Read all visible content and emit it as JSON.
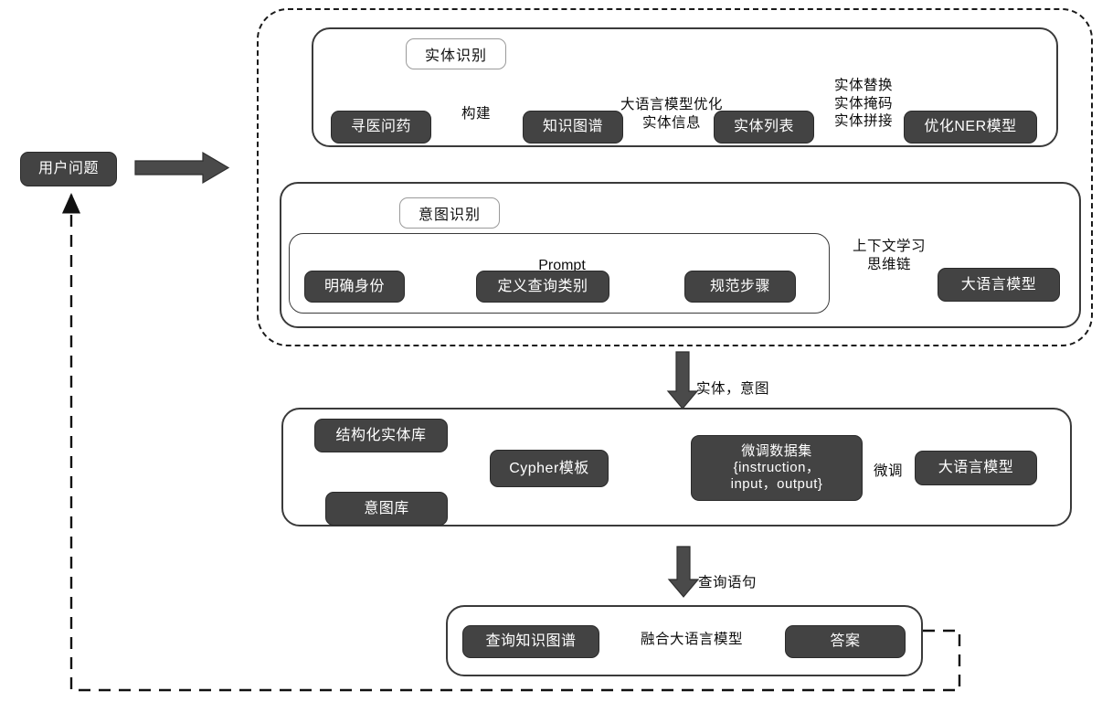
{
  "diagram": {
    "title": "Knowledge-graph + LLM medical QA pipeline",
    "colors": {
      "node_fill": "#434343",
      "node_text": "#ffffff",
      "panel_border": "#3a3a3a",
      "dashed_border": "#1a1a1a",
      "arrow": "#4a4a4a",
      "thick_arrow": "#4a4a4a"
    }
  },
  "input": {
    "user_question": "用户问题"
  },
  "entity_section": {
    "chip": "实体识别",
    "nodes": {
      "source": "寻医问药",
      "kg": "知识图谱",
      "entity_list": "实体列表",
      "ner_model": "优化NER模型"
    },
    "edge_labels": {
      "build": "构建",
      "llm_optimize": "大语言模型优化\n实体信息",
      "entity_ops": "实体替换\n实体掩码\n实体拼接"
    }
  },
  "intent_section": {
    "chip": "意图识别",
    "prompt_label": "Prompt",
    "nodes": {
      "identity": "明确身份",
      "query_type": "定义查询类别",
      "steps": "规范步骤",
      "llm": "大语言模型"
    },
    "edge_labels": {
      "icl_cot": "上下文学习\n思维链"
    }
  },
  "transfer_labels": {
    "entity_intent": "实体，意图",
    "query_statement": "查询语句"
  },
  "dataset_section": {
    "nodes": {
      "structured_entity_db": "结构化实体库",
      "intent_db": "意图库",
      "cypher_template": "Cypher模板",
      "finetune_dataset": "微调数据集\n{instruction，\ninput，output}",
      "llm": "大语言模型"
    },
    "edge_labels": {
      "finetune": "微调"
    }
  },
  "answer_section": {
    "nodes": {
      "query_kg": "查询知识图谱",
      "answer": "答案"
    },
    "edge_labels": {
      "fuse_llm": "融合大语言模型"
    }
  }
}
